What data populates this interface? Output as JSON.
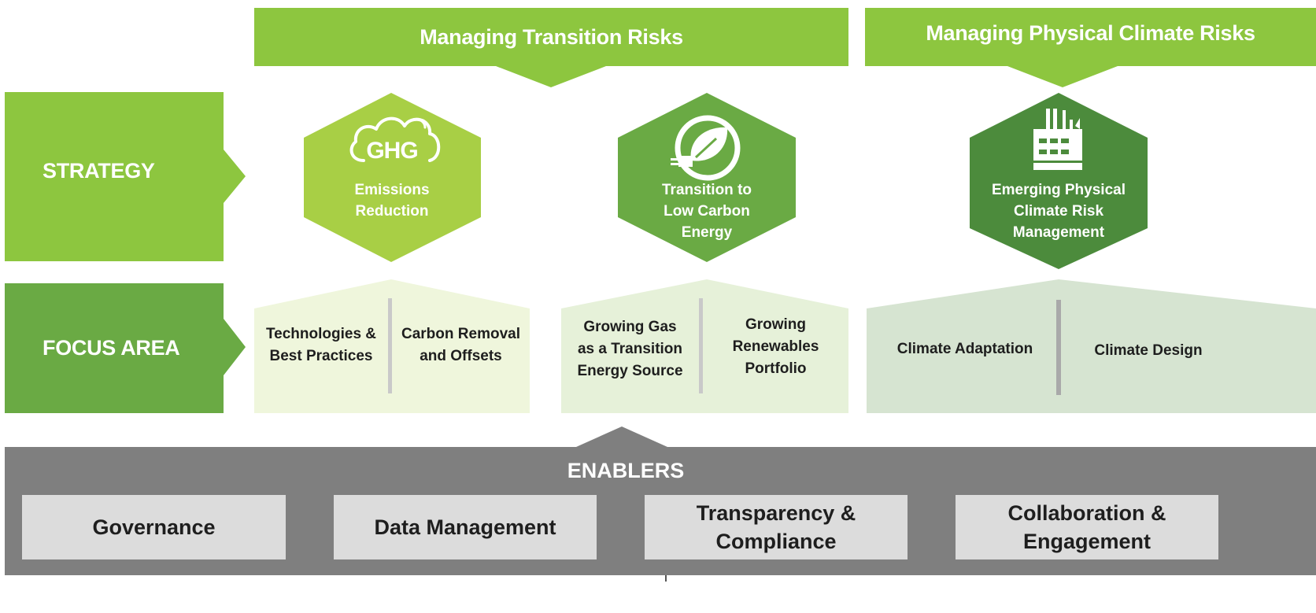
{
  "headers": {
    "transition": "Managing Transition Risks",
    "physical": "Managing Physical Climate Risks"
  },
  "rows": {
    "strategy": "STRATEGY",
    "focus_area": "FOCUS AREA"
  },
  "strategies": [
    {
      "icon": "ghg-cloud-icon",
      "icon_text": "GHG",
      "label_lines": [
        "Emissions",
        "Reduction"
      ]
    },
    {
      "icon": "leaf-plug-icon",
      "label_lines": [
        "Transition to",
        "Low Carbon",
        "Energy"
      ]
    },
    {
      "icon": "factory-icon",
      "label_lines": [
        "Emerging Physical",
        "Climate Risk",
        "Management"
      ]
    }
  ],
  "focus_groups": [
    {
      "items": [
        [
          "Technologies &",
          "Best Practices"
        ],
        [
          "Carbon Removal",
          "and Offsets"
        ]
      ]
    },
    {
      "items": [
        [
          "Growing Gas",
          "as a Transition",
          "Energy Source"
        ],
        [
          "Growing",
          "Renewables",
          "Portfolio"
        ]
      ]
    },
    {
      "items": [
        [
          "Climate Adaptation"
        ],
        [
          "Climate Design"
        ]
      ]
    }
  ],
  "enablers": {
    "title": "ENABLERS",
    "items": [
      [
        "Governance"
      ],
      [
        "Data Management"
      ],
      [
        "Transparency &",
        "Compliance"
      ],
      [
        "Collaboration &",
        "Engagement"
      ]
    ]
  },
  "colors": {
    "header_green": "#8dc63f",
    "strategy_green": "#8dc63f",
    "focus_green": "#6aaa44",
    "hex_light": "#a8cf45",
    "hex_mid": "#6aaa44",
    "hex_dark": "#4c8b3c",
    "focus_bg_1": "#eff6dc",
    "focus_bg_2": "#e6f1d9",
    "focus_bg_3": "#d6e4d1",
    "enabler_bg": "#7f7f7f",
    "enabler_box": "#dcdcdc"
  }
}
